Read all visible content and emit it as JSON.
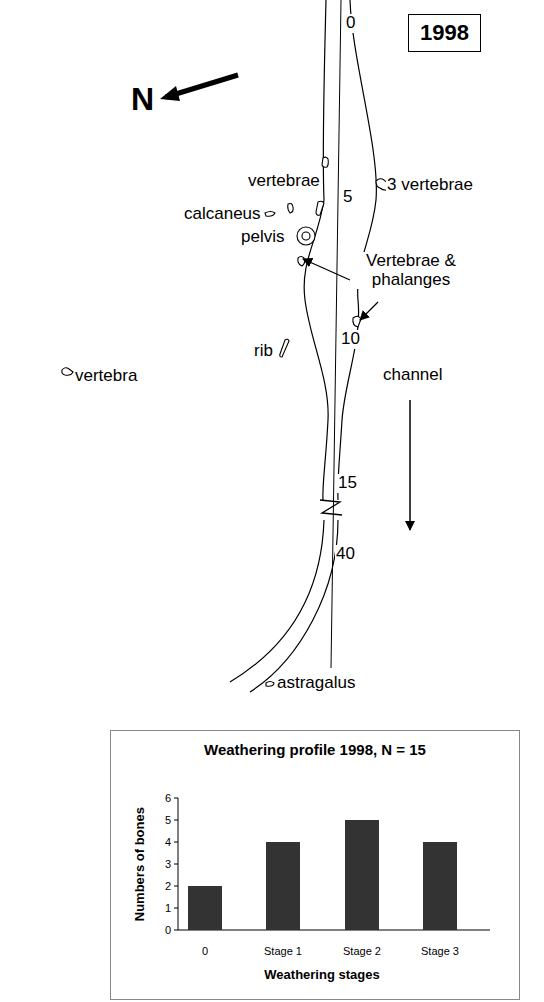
{
  "diagram": {
    "nodes": [
      {
        "text": [
          "1998"
        ]
      },
      {
        "text": [
          "Weathering profile 1998, N = 15"
        ]
      }
    ],
    "labels": [
      "N",
      "0",
      "vertebrae",
      "3 vertebrae",
      "5",
      "calcaneus",
      "pelvis",
      "Vertebrae & phalanges",
      "10",
      "rib",
      "vertebra",
      "channel",
      "15",
      "40",
      "astragalus",
      "0",
      "1",
      "2",
      "3",
      "4",
      "5",
      "6",
      "Numbers of bones",
      "0",
      "Stage 1",
      "Stage 2",
      "Stage 3",
      "Weathering stages"
    ]
  }
}
